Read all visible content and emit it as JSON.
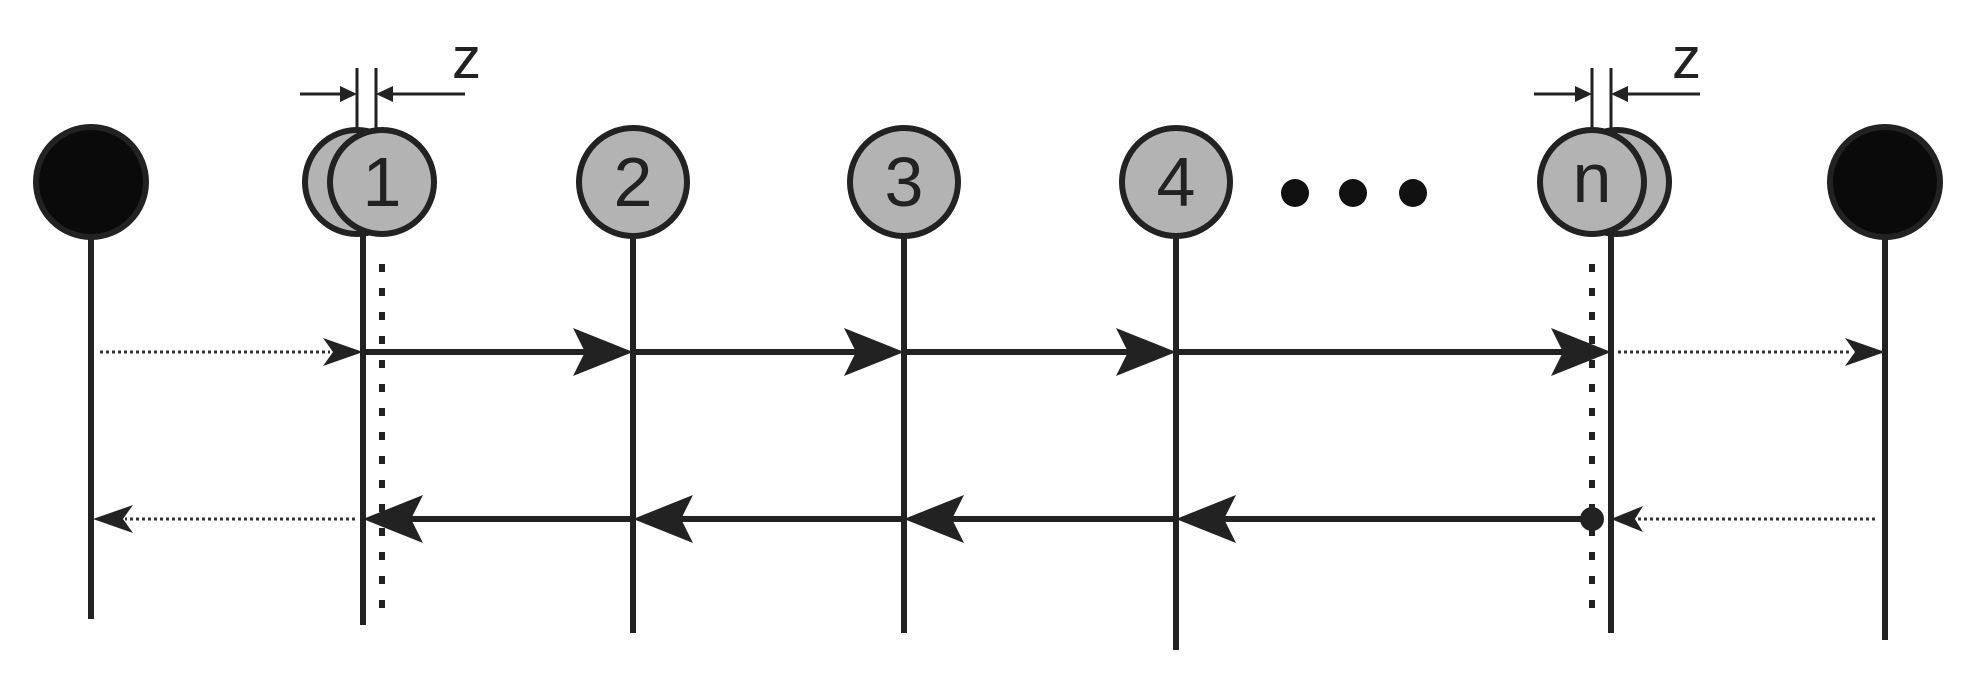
{
  "diagram": {
    "nodes": [
      {
        "id": "left-end",
        "kind": "end",
        "label": ""
      },
      {
        "id": "node-1",
        "kind": "intermediate",
        "label": "1"
      },
      {
        "id": "node-2",
        "kind": "intermediate",
        "label": "2"
      },
      {
        "id": "node-3",
        "kind": "intermediate",
        "label": "3"
      },
      {
        "id": "node-4",
        "kind": "intermediate",
        "label": "4"
      },
      {
        "id": "node-n",
        "kind": "intermediate",
        "label": "n"
      },
      {
        "id": "right-end",
        "kind": "end",
        "label": ""
      }
    ],
    "ellipsis": "• • •",
    "offset_labels": {
      "left": "z",
      "right": "z"
    },
    "colors": {
      "end_fill": "#0a0a0a",
      "node_fill": "#b3b3b3",
      "stroke": "#222222",
      "background": "#ffffff"
    }
  }
}
